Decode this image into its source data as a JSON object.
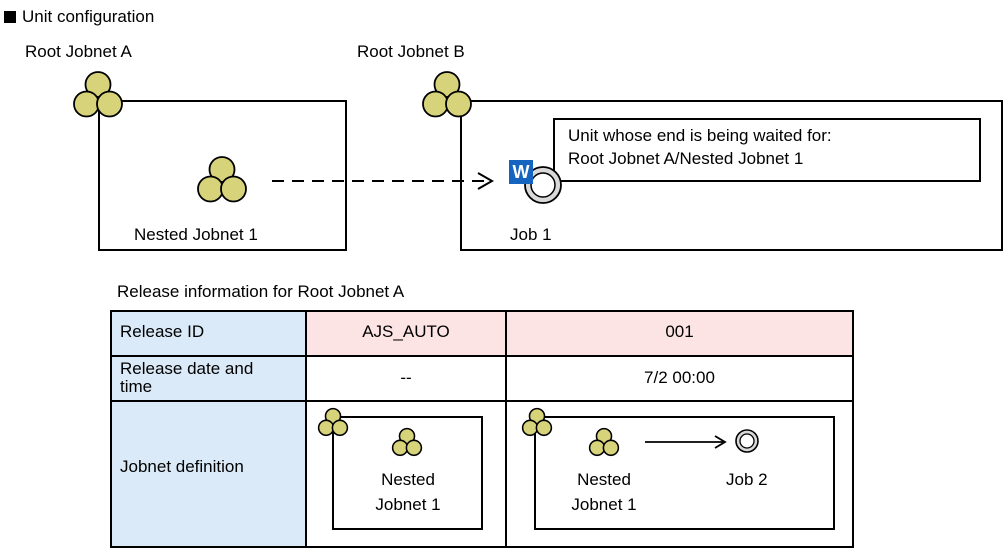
{
  "section_title": "Unit configuration",
  "colors": {
    "jobnet_fill": "#d7d37a",
    "release_header_bg": "#fde4e4",
    "row_header_bg": "#dbeaf8",
    "wait_badge": "#1565c0",
    "job_fill": "#d9d9d9"
  },
  "icons": {
    "section_marker": "filled-square-icon",
    "jobnet": "jobnet-icon",
    "job": "job-icon",
    "wait": "wait-badge-icon"
  },
  "root_a": {
    "label": "Root Jobnet A",
    "nested_label": "Nested Jobnet 1"
  },
  "root_b": {
    "label": "Root Jobnet B",
    "callout_line1": "Unit whose end is being waited for:",
    "callout_line2": "Root Jobnet A/Nested Jobnet 1",
    "badge_letter": "W",
    "job_label": "Job 1"
  },
  "release": {
    "caption": "Release information for Root Jobnet A",
    "row_headers": {
      "release_id": "Release ID",
      "release_date_line1": "Release date and",
      "release_date_line2": "time",
      "jobnet_definition": "Jobnet definition"
    },
    "columns": [
      {
        "release_id": "AJS_AUTO",
        "date": "--",
        "nested_line1": "Nested",
        "nested_line2": "Jobnet 1"
      },
      {
        "release_id": "001",
        "date": "7/2 00:00",
        "nested_line1": "Nested",
        "nested_line2": "Jobnet 1",
        "job_label": "Job 2"
      }
    ]
  }
}
